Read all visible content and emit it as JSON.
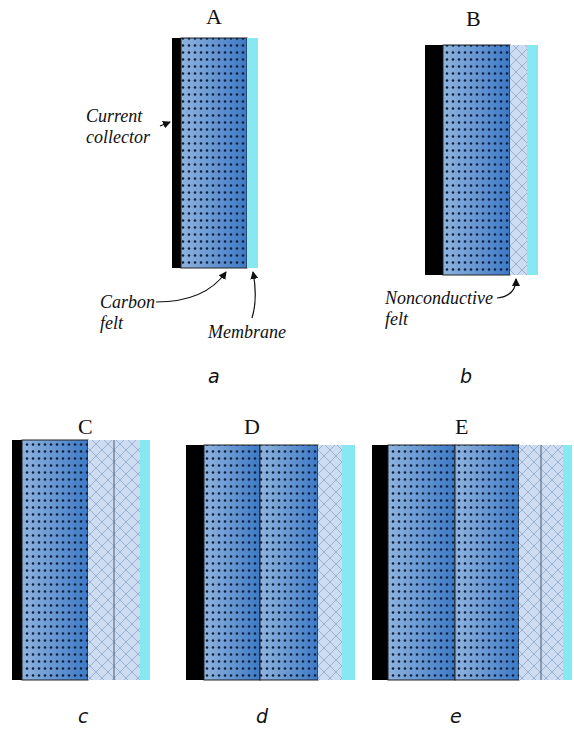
{
  "diagram": {
    "labels": [
      "A",
      "Current collector",
      "Carbon felt",
      "Membrane",
      "a",
      "B",
      "Nonconductive felt",
      "b",
      "C",
      "c",
      "D",
      "d",
      "E",
      "e"
    ]
  }
}
